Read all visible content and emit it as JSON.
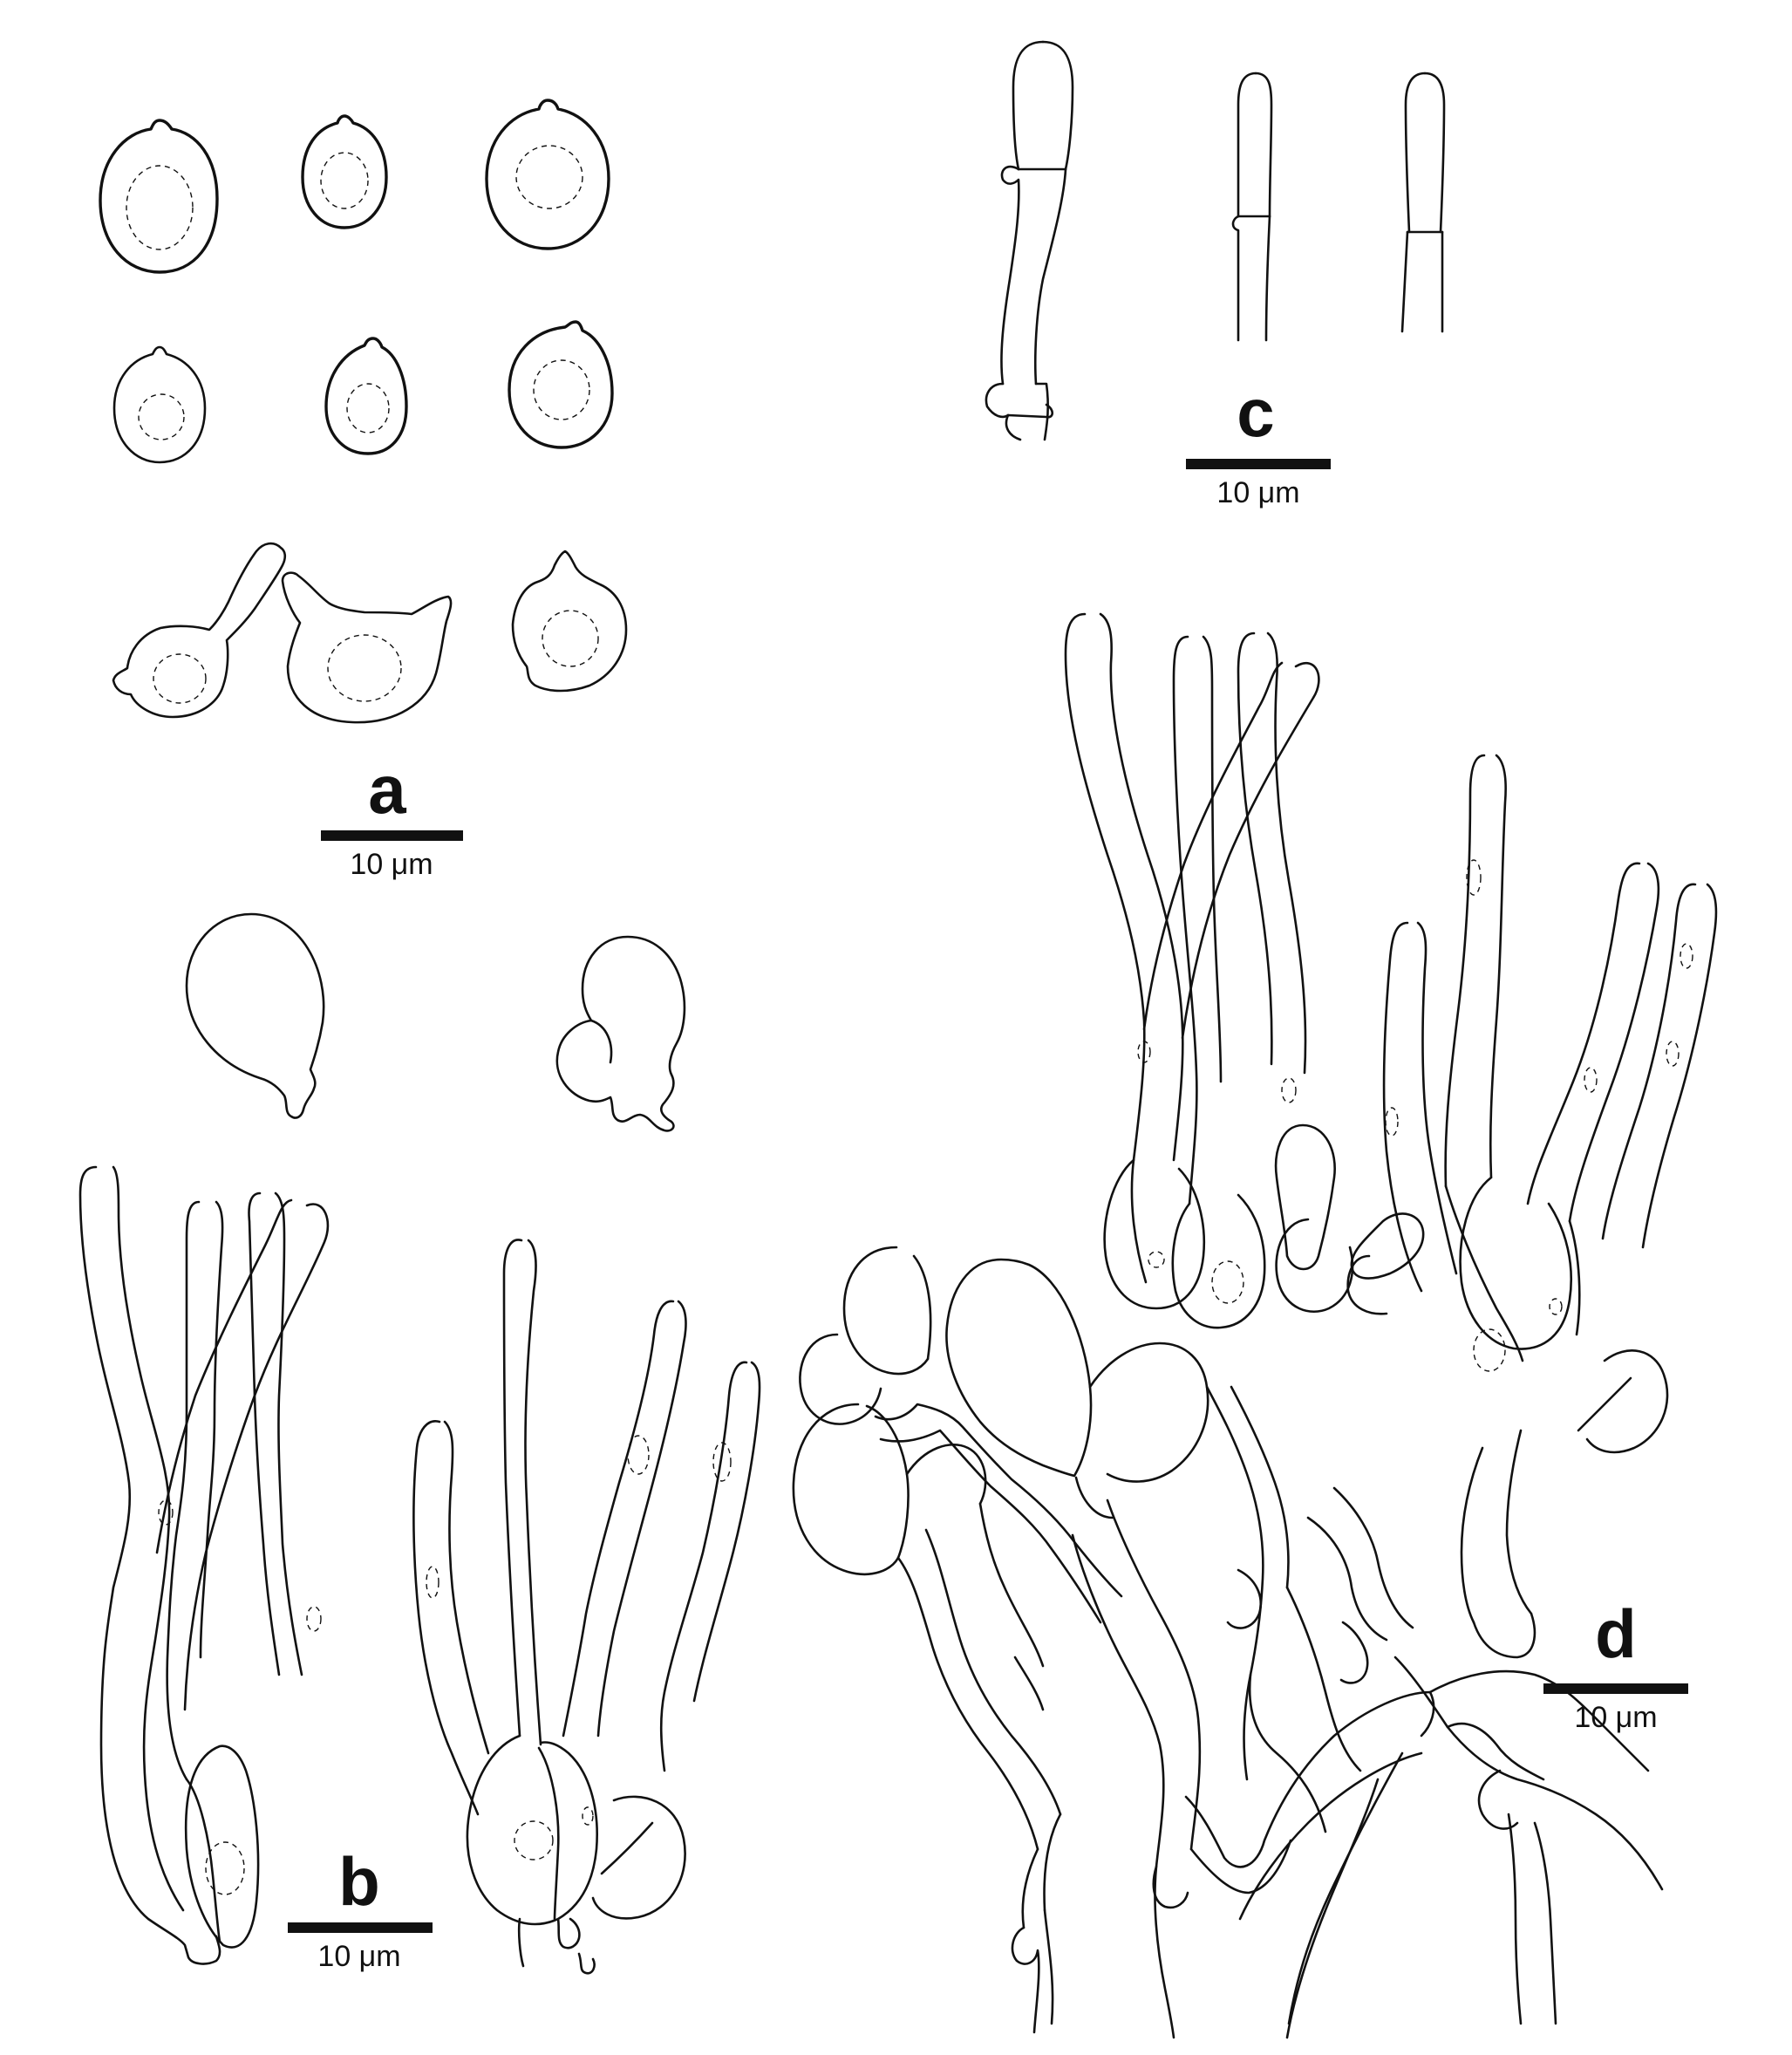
{
  "colors": {
    "ink": "#111111",
    "background": "#ffffff"
  },
  "panels": {
    "a": {
      "letter": "a",
      "scale_label": "10 μm",
      "depicts": "basidiospores"
    },
    "b": {
      "letter": "b",
      "scale_label": "10 μm",
      "depicts": "cheilocystidia"
    },
    "c": {
      "letter": "c",
      "scale_label": "10 μm",
      "depicts": "terminal hyphae"
    },
    "d": {
      "letter": "d",
      "scale_label": "10 μm",
      "depicts": "cystidia cluster with hyphae"
    }
  }
}
